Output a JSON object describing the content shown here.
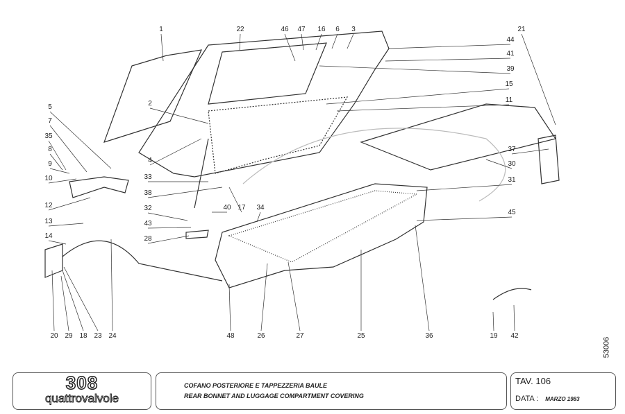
{
  "callouts": [
    "1",
    "22",
    "46",
    "47",
    "16",
    "6",
    "3",
    "44",
    "41",
    "39",
    "15",
    "11",
    "21",
    "37",
    "30",
    "31",
    "45",
    "5",
    "7",
    "35",
    "8",
    "9",
    "10",
    "12",
    "13",
    "14",
    "2",
    "4",
    "33",
    "38",
    "32",
    "43",
    "28",
    "40",
    "17",
    "34",
    "20",
    "29",
    "18",
    "23",
    "24",
    "48",
    "26",
    "27",
    "25",
    "36",
    "19",
    "42"
  ],
  "drawing_number": "53006",
  "title_block": {
    "model_number": "308",
    "model_name": "quattrovalvole",
    "title_it": "COFANO POSTERIORE E TAPPEZZERIA BAULE",
    "title_en": "REAR BONNET AND LUGGAGE COMPARTMENT COVERING",
    "table_label": "TAV. 106",
    "date_label": "DATA :",
    "date_value": "MARZO 1983"
  }
}
